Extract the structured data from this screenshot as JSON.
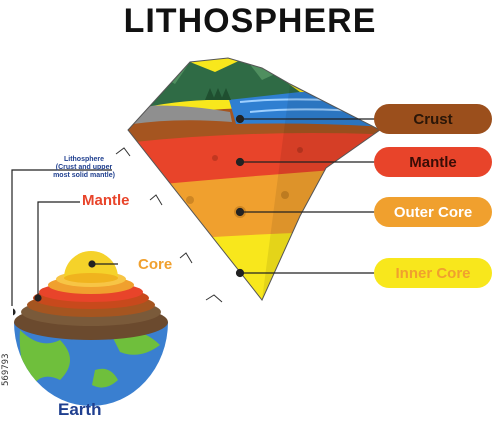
{
  "title": "LITHOSPHERE",
  "layers": [
    {
      "label": "Crust",
      "color": "#9b4f1c",
      "text_color": "#2a1608"
    },
    {
      "label": "Mantle",
      "color": "#e8442a",
      "text_color": "#3a0d06"
    },
    {
      "label": "Outer Core",
      "color": "#f0a02e",
      "text_color": "#ffffff"
    },
    {
      "label": "Inner Core",
      "color": "#f8e71c",
      "text_color": "#f0a02e"
    }
  ],
  "earth_labels": {
    "lithosphere": "Lithosphere\n(Crust and upper\nmost solid mantle)",
    "mantle": "Mantle",
    "core": "Core",
    "earth": "Earth"
  },
  "colors": {
    "lithosphere_label": "#1f3f8f",
    "mantle_label": "#e8442a",
    "core_label": "#f0a02e",
    "earth_label": "#1f3f8f"
  },
  "watermark_id": "569793"
}
